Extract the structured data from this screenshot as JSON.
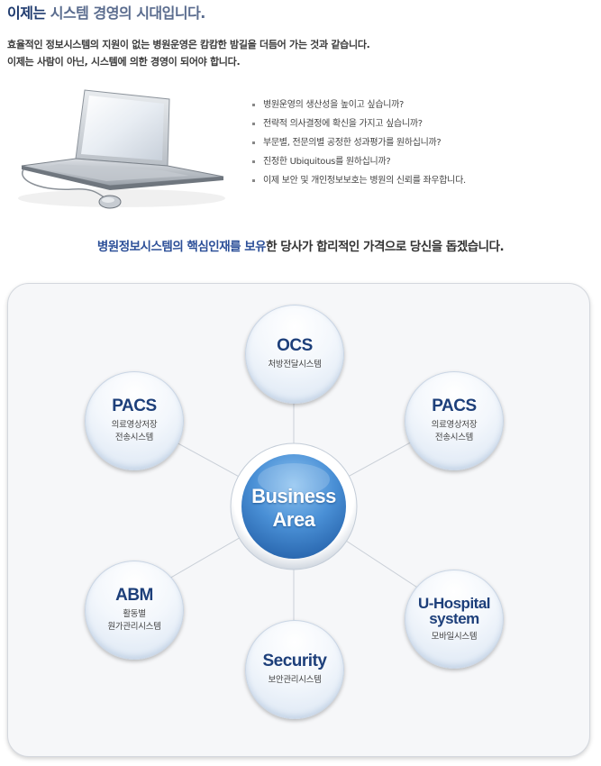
{
  "header": {
    "title_prefix": "이제는",
    "title_rest": " 시스템 경영의 시대입니다."
  },
  "intro": {
    "line1": "효율적인 정보시스템의 지원이 없는 병원운영은 캄캄한 밤길을 더듬어 가는 것과 같습니다.",
    "line2": "이제는 사람이 아닌, 시스템에 의한 경영이 되어야 합니다."
  },
  "bullets": [
    "병원운영의 생산성을 높이고 싶습니까?",
    "전략적 의사결정에 확신을 가지고 싶습니까?",
    "부문별, 전문의별 공정한 성과평가를 원하십니까?",
    "진정한 Ubiquitous를 원하십니까?",
    "이제 보안 및 개인정보보호는 병원의 신뢰를 좌우합니다."
  ],
  "tagline": {
    "hl1": "병원정보시스템의 핵심인재를",
    "sp": " ",
    "hl2": "보유",
    "rest": "한 당사가 합리적인 가격으로 당신을 돕겠습니다."
  },
  "diagram": {
    "center": {
      "line1": "Business",
      "line2": "Area"
    },
    "nodes": {
      "ocs": {
        "title": "OCS",
        "sub1": "처방전달시스템"
      },
      "pacs_left": {
        "title": "PACS",
        "sub1": "의료영상저장",
        "sub2": "전송시스템"
      },
      "pacs_right": {
        "title": "PACS",
        "sub1": "의료영상저장",
        "sub2": "전송시스템"
      },
      "abm": {
        "title": "ABM",
        "sub1": "활동별",
        "sub2": "원가관리시스템"
      },
      "uhospital": {
        "title1": "U-Hospital",
        "title2": "system",
        "sub1": "모바일시스템"
      },
      "security": {
        "title": "Security",
        "sub1": "보안관리시스템"
      }
    }
  },
  "colors": {
    "accent": "#2c4f98",
    "title_gray": "#5a6c8e",
    "node_text": "#1d3f7a",
    "center_blue": "#4a90d6"
  }
}
